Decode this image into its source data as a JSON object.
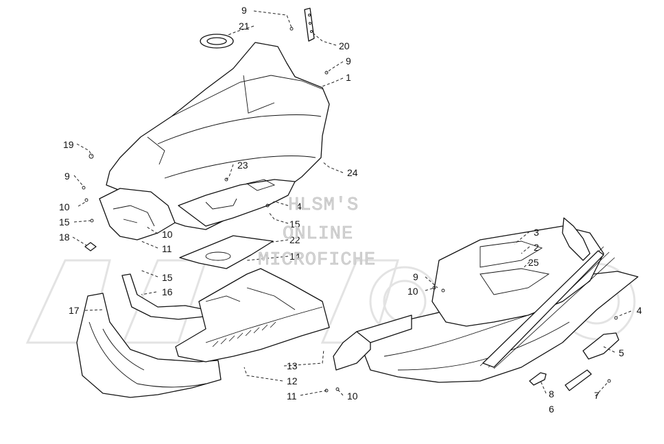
{
  "watermark": {
    "line1": "HLSM'S",
    "line2": "ONLINE",
    "line3": "MICROFICHE"
  },
  "callouts": [
    {
      "id": "c-9a",
      "label": "9"
    },
    {
      "id": "c-21",
      "label": "21"
    },
    {
      "id": "c-20",
      "label": "20"
    },
    {
      "id": "c-9b",
      "label": "9"
    },
    {
      "id": "c-1",
      "label": "1"
    },
    {
      "id": "c-19",
      "label": "19"
    },
    {
      "id": "c-23",
      "label": "23"
    },
    {
      "id": "c-24",
      "label": "24"
    },
    {
      "id": "c-9c",
      "label": "9"
    },
    {
      "id": "c-10a",
      "label": "10"
    },
    {
      "id": "c-15a",
      "label": "15"
    },
    {
      "id": "c-18",
      "label": "18"
    },
    {
      "id": "c-10b",
      "label": "10"
    },
    {
      "id": "c-11a",
      "label": "11"
    },
    {
      "id": "c-4a",
      "label": "4"
    },
    {
      "id": "c-15b",
      "label": "15"
    },
    {
      "id": "c-22",
      "label": "22"
    },
    {
      "id": "c-14",
      "label": "14"
    },
    {
      "id": "c-15c",
      "label": "15"
    },
    {
      "id": "c-16",
      "label": "16"
    },
    {
      "id": "c-17",
      "label": "17"
    },
    {
      "id": "c-13",
      "label": "13"
    },
    {
      "id": "c-12",
      "label": "12"
    },
    {
      "id": "c-11b",
      "label": "11"
    },
    {
      "id": "c-10c",
      "label": "10"
    },
    {
      "id": "c-3",
      "label": "3"
    },
    {
      "id": "c-2",
      "label": "2"
    },
    {
      "id": "c-25",
      "label": "25"
    },
    {
      "id": "c-9d",
      "label": "9"
    },
    {
      "id": "c-10d",
      "label": "10"
    },
    {
      "id": "c-4b",
      "label": "4"
    },
    {
      "id": "c-5",
      "label": "5"
    },
    {
      "id": "c-8",
      "label": "8"
    },
    {
      "id": "c-6",
      "label": "6"
    },
    {
      "id": "c-7",
      "label": "7"
    }
  ]
}
